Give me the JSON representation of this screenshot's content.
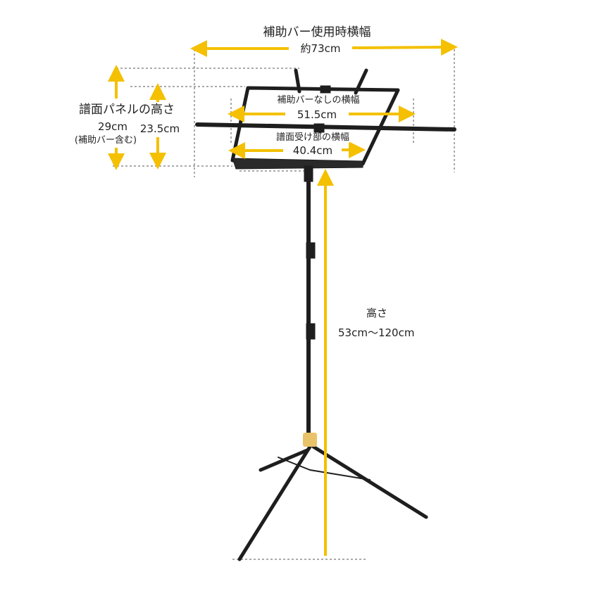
{
  "colors": {
    "arrow": "#f4c000",
    "stand": "#1e1e1e",
    "collar": "#e9c36a",
    "dash": "#555555"
  },
  "dimensions": {
    "total_width": {
      "label": "補助バー使用時横幅",
      "value": "約73cm"
    },
    "panel_height": {
      "label": "譜面パネルの高さ",
      "with_bar_value": "29cm",
      "with_bar_note": "(補助バー含む)",
      "without_bar_value": "23.5cm"
    },
    "width_no_bar": {
      "label": "補助バーなしの横幅",
      "value": "51.5cm"
    },
    "tray_width": {
      "label": "譜面受け部の横幅",
      "value": "40.4cm"
    },
    "height": {
      "label": "高さ",
      "value": "53cm〜120cm"
    }
  }
}
